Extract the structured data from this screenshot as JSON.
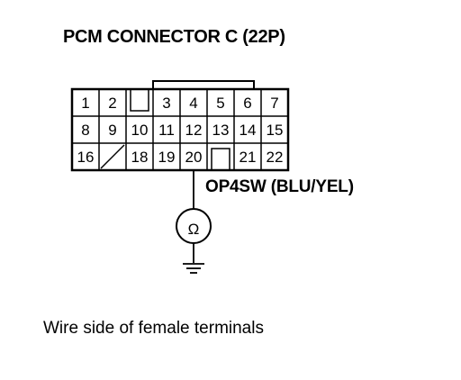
{
  "title": "PCM CONNECTOR C (22P)",
  "wire_label": "OP4SW (BLU/YEL)",
  "caption": "Wire side of female terminals",
  "meter_symbol": "Ω",
  "pins": {
    "row1": [
      "1",
      "2",
      "",
      "3",
      "4",
      "5",
      "6",
      "7"
    ],
    "row2": [
      "8",
      "9",
      "10",
      "11",
      "12",
      "13",
      "14",
      "15"
    ],
    "row3": [
      "16",
      "",
      "18",
      "19",
      "20",
      "",
      "21",
      "22"
    ]
  },
  "probed_pin": "20",
  "empty_slot": "17"
}
